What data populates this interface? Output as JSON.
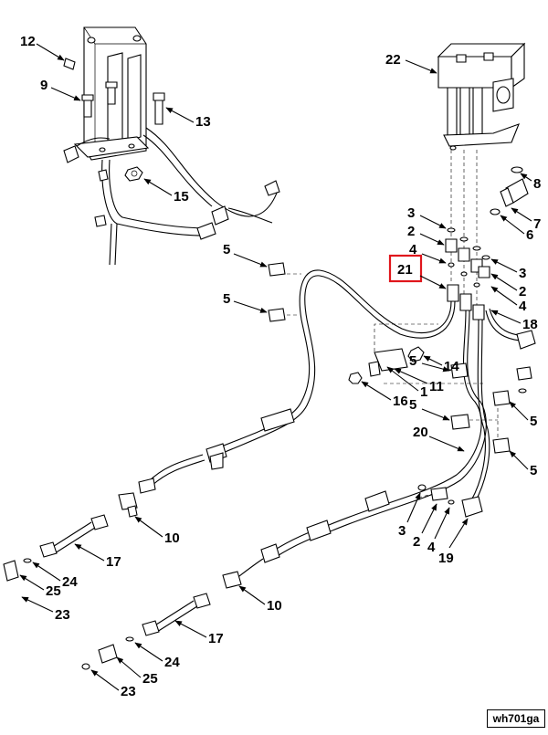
{
  "figure_id": "wh701ga",
  "highlight_color": "#e0161c",
  "callouts": [
    "12",
    "9",
    "13",
    "15",
    "22",
    "8",
    "7",
    "6",
    "3",
    "2",
    "4",
    "21",
    "3",
    "2",
    "4",
    "18",
    "5",
    "5",
    "14",
    "5",
    "1",
    "11",
    "16",
    "5",
    "5",
    "20",
    "5",
    "3",
    "2",
    "4",
    "19",
    "10",
    "17",
    "24",
    "25",
    "23",
    "10",
    "17",
    "24",
    "25",
    "23"
  ],
  "highlighted_callout": "21"
}
